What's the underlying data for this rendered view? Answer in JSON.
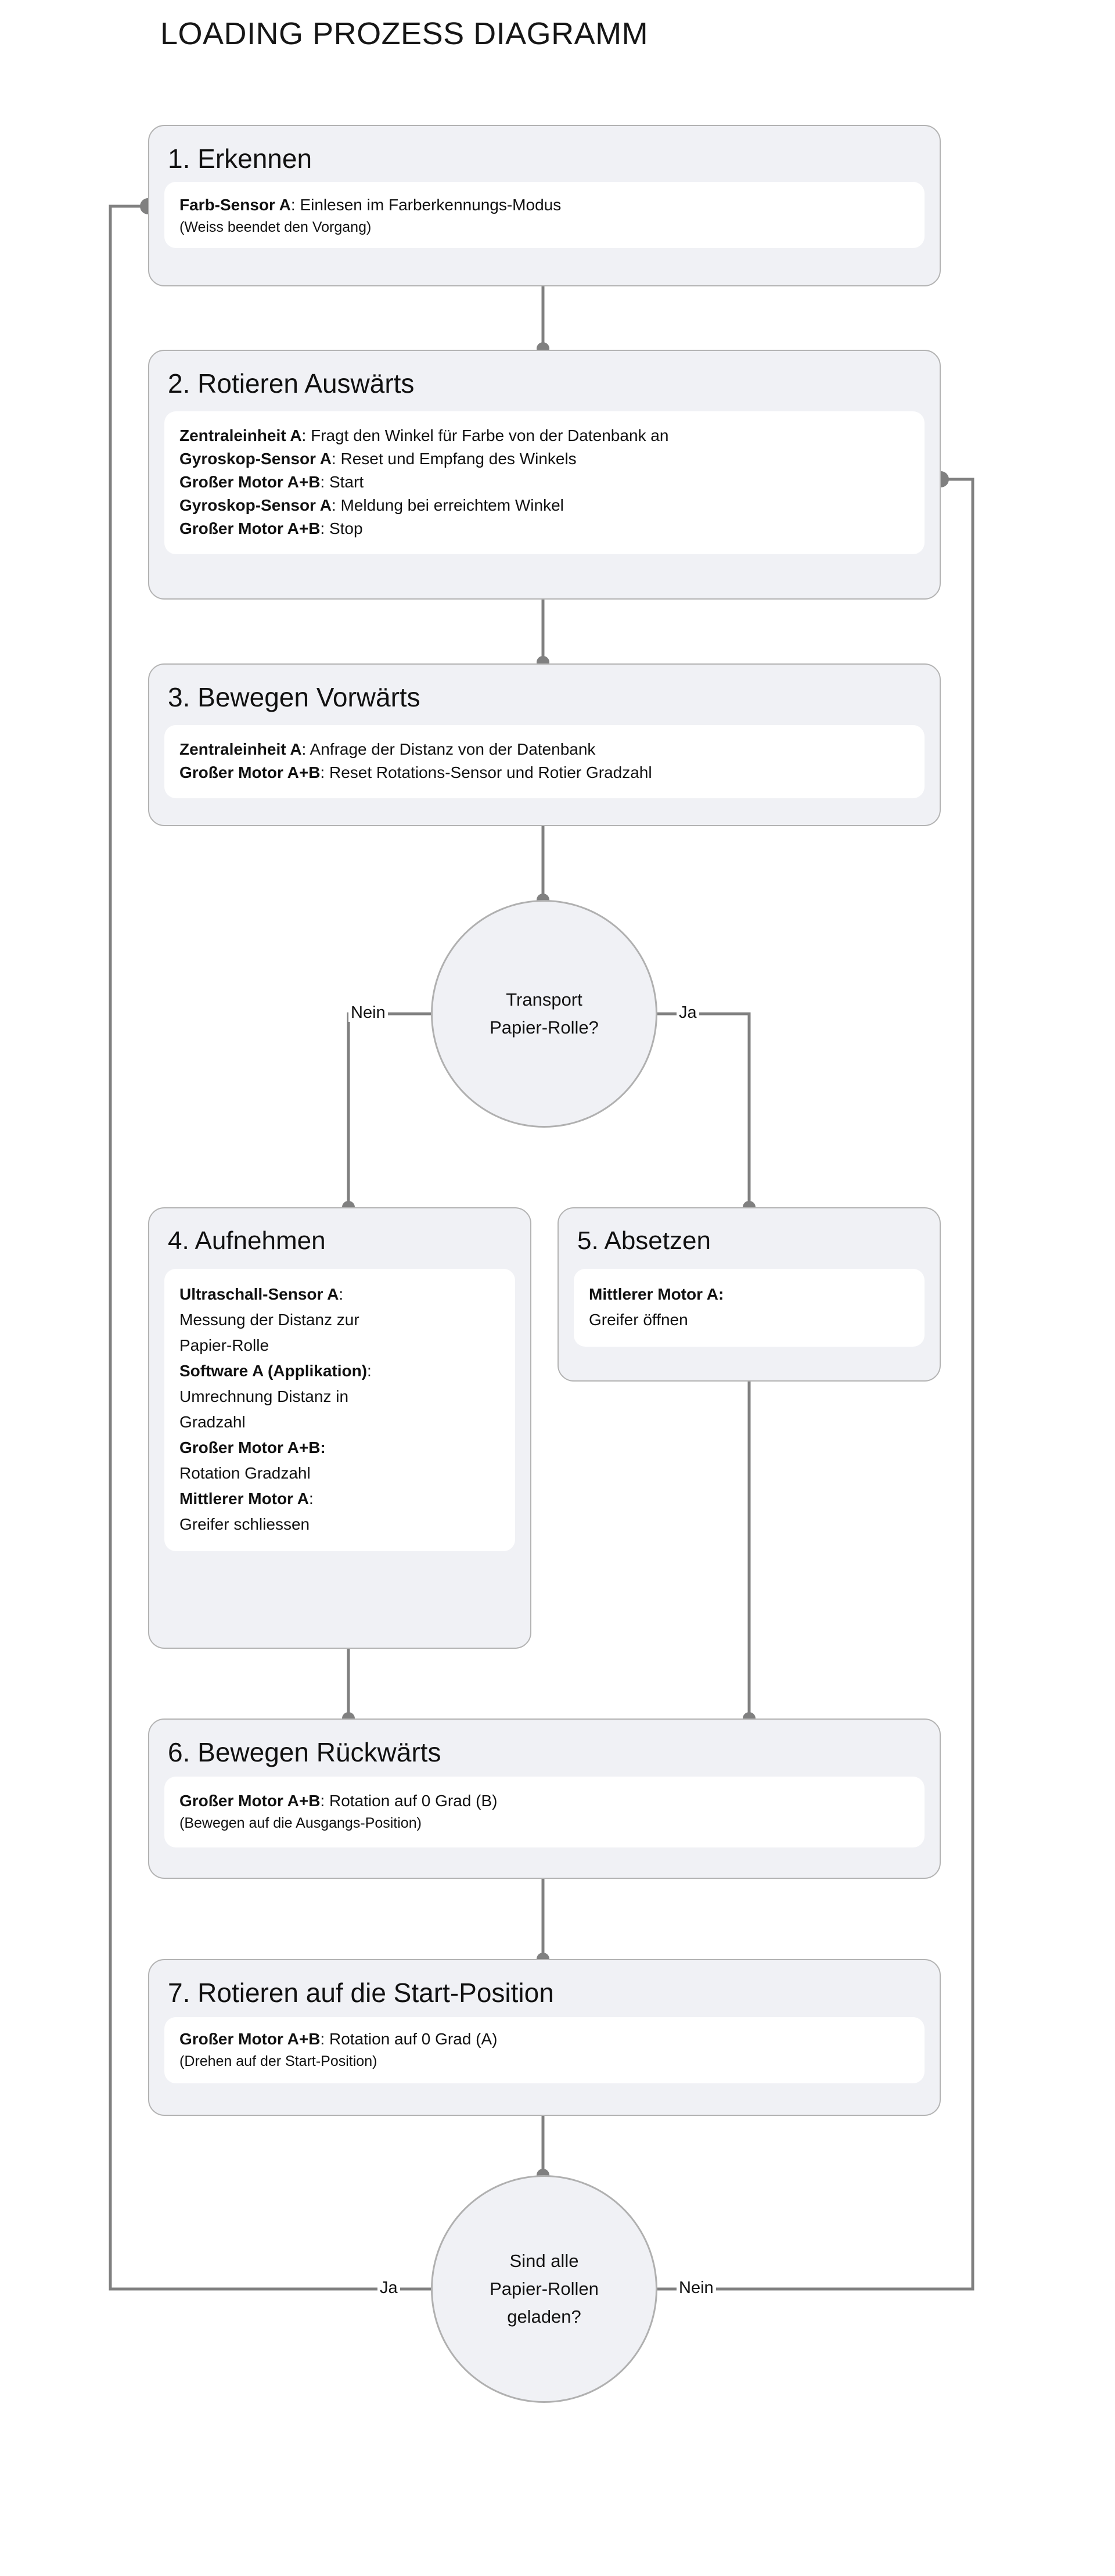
{
  "title": "LOADING PROZESS DIAGRAMM",
  "colors": {
    "node_fill": "#f0f1f5",
    "node_border": "#b3b3b3",
    "body_fill": "#ffffff",
    "connector": "#808080",
    "text": "#111111",
    "page_background": "#ffffff"
  },
  "nodes": [
    {
      "id": "node-1",
      "title": "1. Erkennen",
      "lines": [
        {
          "bold": "Farb-Sensor A",
          "rest": ": Einlesen im Farberkennungs-Modus",
          "sub": false
        },
        {
          "bold": "",
          "rest": "(Weiss beendet den Vorgang)",
          "sub": true
        }
      ]
    },
    {
      "id": "node-2",
      "title": "2. Rotieren Auswärts",
      "lines": [
        {
          "bold": "Zentraleinheit A",
          "rest": ": Fragt den Winkel für Farbe von der Datenbank an",
          "sub": false
        },
        {
          "bold": "Gyroskop-Sensor A",
          "rest": ": Reset und Empfang des Winkels",
          "sub": false
        },
        {
          "bold": "Großer Motor A+B",
          "rest": ": Start",
          "sub": false
        },
        {
          "bold": "Gyroskop-Sensor A",
          "rest": ": Meldung bei erreichtem Winkel",
          "sub": false
        },
        {
          "bold": "Großer Motor A+B",
          "rest": ": Stop",
          "sub": false
        }
      ]
    },
    {
      "id": "node-3",
      "title": "3. Bewegen Vorwärts",
      "lines": [
        {
          "bold": "Zentraleinheit A",
          "rest": ": Anfrage der Distanz von der Datenbank",
          "sub": false
        },
        {
          "bold": "Großer Motor A+B",
          "rest": ": Reset Rotations-Sensor und Rotier Gradzahl",
          "sub": false
        }
      ]
    },
    {
      "id": "node-4",
      "title": "4. Aufnehmen",
      "lines": [
        {
          "bold": "Ultraschall-Sensor A",
          "rest": ":",
          "sub": false
        },
        {
          "bold": "",
          "rest": "Messung der Distanz zur",
          "sub": false
        },
        {
          "bold": "",
          "rest": "Papier-Rolle",
          "sub": false
        },
        {
          "bold": "Software A (Applikation)",
          "rest": ":",
          "sub": false
        },
        {
          "bold": "",
          "rest": "Umrechnung Distanz in",
          "sub": false
        },
        {
          "bold": "",
          "rest": "Gradzahl",
          "sub": false
        },
        {
          "bold": "Großer Motor A+B:",
          "rest": "",
          "sub": false
        },
        {
          "bold": "",
          "rest": "Rotation Gradzahl",
          "sub": false
        },
        {
          "bold": "Mittlerer Motor A",
          "rest": ":",
          "sub": false
        },
        {
          "bold": "",
          "rest": "Greifer schliessen",
          "sub": false
        }
      ]
    },
    {
      "id": "node-5",
      "title": "5. Absetzen",
      "lines": [
        {
          "bold": "Mittlerer Motor A:",
          "rest": "",
          "sub": false
        },
        {
          "bold": "",
          "rest": "Greifer öffnen",
          "sub": false
        }
      ]
    },
    {
      "id": "node-6",
      "title": "6. Bewegen Rückwärts",
      "lines": [
        {
          "bold": "Großer Motor A+B",
          "rest": ": Rotation auf 0 Grad (B)",
          "sub": false
        },
        {
          "bold": "",
          "rest": "(Bewegen auf die Ausgangs-Position)",
          "sub": true
        }
      ]
    },
    {
      "id": "node-7",
      "title": "7. Rotieren auf die Start-Position",
      "lines": [
        {
          "bold": "Großer Motor A+B",
          "rest": ": Rotation auf 0 Grad (A)",
          "sub": false
        },
        {
          "bold": "",
          "rest": " (Drehen auf der Start-Position)",
          "sub": true
        }
      ]
    }
  ],
  "decisions": [
    {
      "id": "decision-1",
      "line1": "Transport",
      "line2": "Papier-Rolle?",
      "left_branch": "Nein",
      "right_branch": "Ja"
    },
    {
      "id": "decision-2",
      "line1": "Sind alle",
      "line2": "Papier-Rollen",
      "line3": "geladen?",
      "left_branch": "Ja",
      "right_branch": "Nein"
    }
  ],
  "edge_labels": {
    "d1_nein": "Nein",
    "d1_ja": "Ja",
    "d2_ja": "Ja",
    "d2_nein": "Nein"
  }
}
